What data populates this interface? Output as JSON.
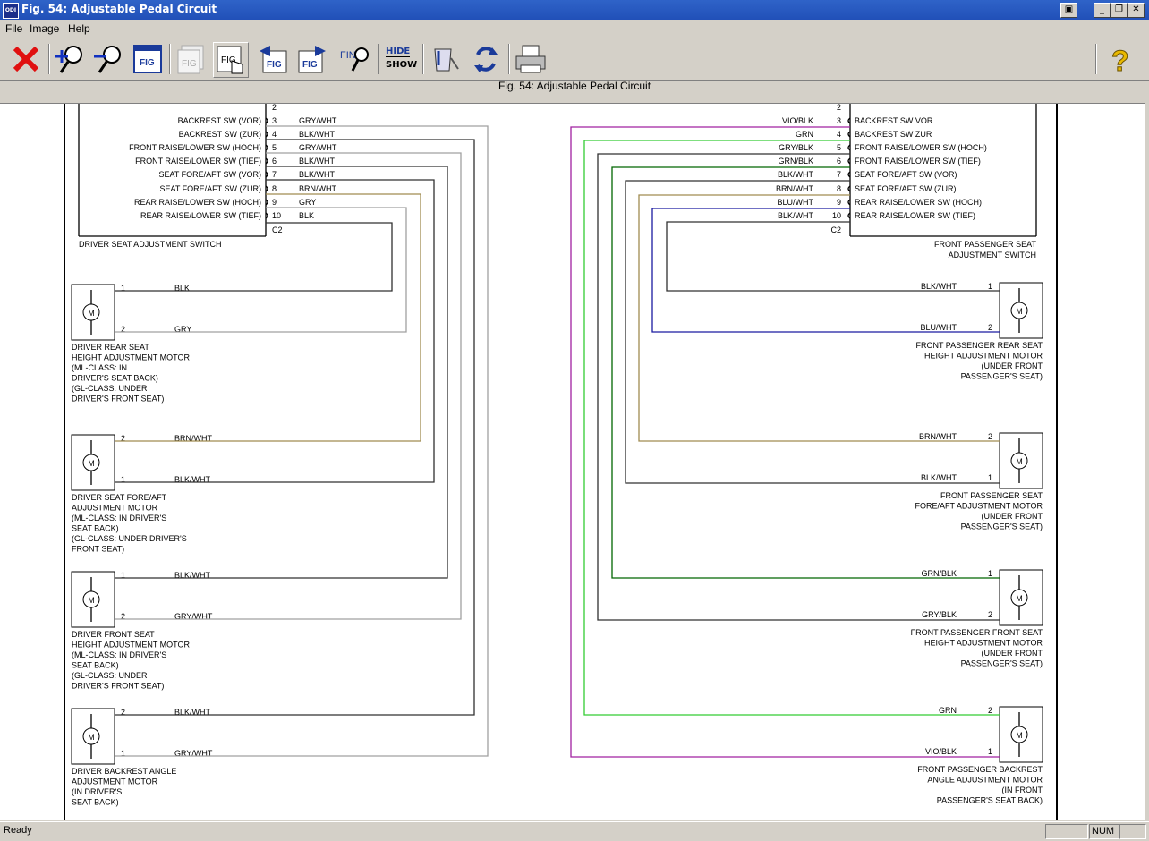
{
  "window": {
    "title": "Fig. 54: Adjustable Pedal Circuit",
    "app_icon_text": "ODI"
  },
  "menu": [
    "File",
    "Image",
    "Help"
  ],
  "toolbar": {
    "buttons": [
      "close-red-x",
      "zoom-in",
      "zoom-out",
      "fig-view",
      "fig-disabled",
      "fig-select",
      "fig-previous",
      "fig-next",
      "find",
      "hide-show",
      "paint",
      "refresh",
      "print",
      "help"
    ],
    "hide_label": "HIDE",
    "show_label": "SHOW",
    "find_label": "FIN"
  },
  "figure_caption": "Fig. 54: Adjustable Pedal Circuit",
  "diagram": {
    "left": {
      "switch_pins": [
        {
          "num": "2",
          "name": "",
          "wire": ""
        },
        {
          "num": "3",
          "name": "BACKREST SW (VOR)",
          "wire": "GRY/WHT"
        },
        {
          "num": "4",
          "name": "BACKREST SW (ZUR)",
          "wire": "BLK/WHT"
        },
        {
          "num": "5",
          "name": "FRONT RAISE/LOWER SW (HOCH)",
          "wire": "GRY/WHT"
        },
        {
          "num": "6",
          "name": "FRONT RAISE/LOWER SW (TIEF)",
          "wire": "BLK/WHT"
        },
        {
          "num": "7",
          "name": "SEAT FORE/AFT SW (VOR)",
          "wire": "BLK/WHT"
        },
        {
          "num": "8",
          "name": "SEAT FORE/AFT SW (ZUR)",
          "wire": "BRN/WHT"
        },
        {
          "num": "9",
          "name": "REAR RAISE/LOWER SW (HOCH)",
          "wire": "GRY"
        },
        {
          "num": "10",
          "name": "REAR RAISE/LOWER SW (TIEF)",
          "wire": "BLK"
        }
      ],
      "connector": "C2",
      "switch_label": "DRIVER SEAT ADJUSTMENT SWITCH",
      "motors": [
        {
          "label": [
            "DRIVER REAR SEAT",
            "HEIGHT ADJUSTMENT MOTOR",
            "(ML-CLASS: IN",
            "DRIVER'S SEAT BACK)",
            "(GL-CLASS: UNDER",
            "DRIVER'S FRONT SEAT)"
          ],
          "pins": [
            {
              "num": "1",
              "wire": "BLK"
            },
            {
              "num": "2",
              "wire": "GRY"
            }
          ]
        },
        {
          "label": [
            "DRIVER SEAT FORE/AFT",
            "ADJUSTMENT MOTOR",
            "(ML-CLASS: IN DRIVER'S",
            "SEAT BACK)",
            "(GL-CLASS: UNDER DRIVER'S",
            "FRONT SEAT)"
          ],
          "pins": [
            {
              "num": "2",
              "wire": "BRN/WHT"
            },
            {
              "num": "1",
              "wire": "BLK/WHT"
            }
          ]
        },
        {
          "label": [
            "DRIVER FRONT SEAT",
            "HEIGHT ADJUSTMENT MOTOR",
            "(ML-CLASS: IN DRIVER'S",
            "SEAT BACK)",
            "(GL-CLASS: UNDER",
            "DRIVER'S FRONT SEAT)"
          ],
          "pins": [
            {
              "num": "1",
              "wire": "BLK/WHT"
            },
            {
              "num": "2",
              "wire": "GRY/WHT"
            }
          ]
        },
        {
          "label": [
            "DRIVER BACKREST ANGLE",
            "ADJUSTMENT MOTOR",
            "(IN DRIVER'S",
            "SEAT BACK)"
          ],
          "pins": [
            {
              "num": "2",
              "wire": "BLK/WHT"
            },
            {
              "num": "1",
              "wire": "GRY/WHT"
            }
          ]
        }
      ]
    },
    "right": {
      "switch_pins": [
        {
          "num": "2",
          "name": "",
          "wire": ""
        },
        {
          "num": "3",
          "name": "BACKREST SW VOR",
          "wire": "VIO/BLK"
        },
        {
          "num": "4",
          "name": "BACKREST SW ZUR",
          "wire": "GRN"
        },
        {
          "num": "5",
          "name": "FRONT RAISE/LOWER SW (HOCH)",
          "wire": "GRY/BLK"
        },
        {
          "num": "6",
          "name": "FRONT RAISE/LOWER SW (TIEF)",
          "wire": "GRN/BLK"
        },
        {
          "num": "7",
          "name": "SEAT FORE/AFT SW (VOR)",
          "wire": "BLK/WHT"
        },
        {
          "num": "8",
          "name": "SEAT FORE/AFT SW (ZUR)",
          "wire": "BRN/WHT"
        },
        {
          "num": "9",
          "name": "REAR RAISE/LOWER SW (HOCH)",
          "wire": "BLU/WHT"
        },
        {
          "num": "10",
          "name": "REAR RAISE/LOWER SW (TIEF)",
          "wire": "BLK/WHT"
        }
      ],
      "connector": "C2",
      "switch_label": [
        "FRONT PASSENGER SEAT",
        "ADJUSTMENT SWITCH"
      ],
      "motors": [
        {
          "label": [
            "FRONT PASSENGER REAR SEAT",
            "HEIGHT ADJUSTMENT MOTOR",
            "(UNDER FRONT",
            "PASSENGER'S SEAT)"
          ],
          "pins": [
            {
              "num": "1",
              "wire": "BLK/WHT"
            },
            {
              "num": "2",
              "wire": "BLU/WHT"
            }
          ]
        },
        {
          "label": [
            "FRONT PASSENGER SEAT",
            "FORE/AFT ADJUSTMENT MOTOR",
            "(UNDER FRONT",
            "PASSENGER'S SEAT)"
          ],
          "pins": [
            {
              "num": "2",
              "wire": "BRN/WHT"
            },
            {
              "num": "1",
              "wire": "BLK/WHT"
            }
          ]
        },
        {
          "label": [
            "FRONT PASSENGER FRONT SEAT",
            "HEIGHT ADJUSTMENT MOTOR",
            "(UNDER FRONT",
            "PASSENGER'S SEAT)"
          ],
          "pins": [
            {
              "num": "1",
              "wire": "GRN/BLK"
            },
            {
              "num": "2",
              "wire": "GRY/BLK"
            }
          ]
        },
        {
          "label": [
            "FRONT PASSENGER BACKREST",
            "ANGLE ADJUSTMENT MOTOR",
            "(IN FRONT",
            "PASSENGER'S SEAT BACK)"
          ],
          "pins": [
            {
              "num": "2",
              "wire": "GRN"
            },
            {
              "num": "1",
              "wire": "VIO/BLK"
            }
          ]
        }
      ]
    },
    "motor_symbol": "M",
    "wire_colors": {
      "BLK": "#000000",
      "GRY": "#a0a0a0",
      "BRN": "#a08c50",
      "GRN": "#33cc33",
      "GRN_BLK": "#006600",
      "BLU": "#1a1aa0",
      "VIO": "#a020a0",
      "PLAIN": "#303030"
    }
  },
  "status": {
    "text": "Ready",
    "num": "NUM"
  }
}
